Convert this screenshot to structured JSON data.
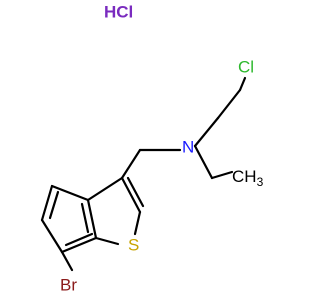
{
  "salt": "HCl",
  "atoms": {
    "chlorine": "Cl",
    "nitrogen": "N",
    "methyl": "CH",
    "methyl_subscript": "3",
    "sulfur": "S",
    "bromine": "Br"
  },
  "colors": {
    "chlorine": "#2db82d",
    "nitrogen": "#1a1aff",
    "sulfur": "#c8a400",
    "bromine": "#8b1a1a",
    "bond": "#000000",
    "salt": "#7a2bbf"
  }
}
